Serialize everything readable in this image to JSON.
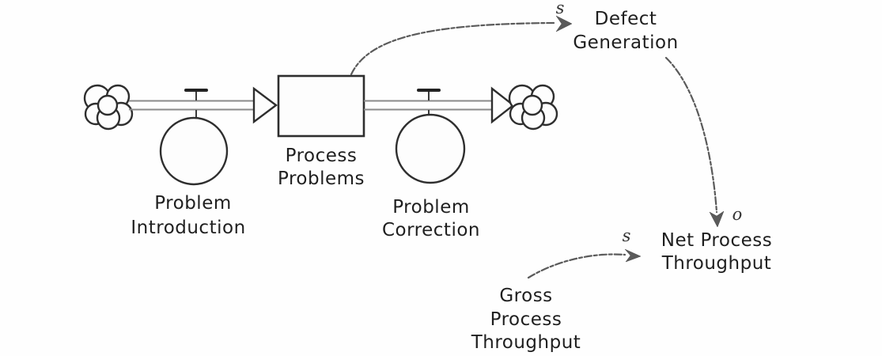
{
  "diagram": {
    "type": "stock-and-flow",
    "stock": {
      "label": [
        "Process",
        "Problems"
      ]
    },
    "inflow": {
      "label": [
        "Problem",
        "Introduction"
      ]
    },
    "outflow": {
      "label": [
        "Problem",
        "Correction"
      ]
    },
    "variables": {
      "defect_generation": {
        "line1": "Defect",
        "line2": "Generation"
      },
      "net_process_throughput": {
        "line1": "Net Process",
        "line2": "Throughput"
      },
      "gross_process_throughput": {
        "line1": "Gross",
        "line2": "Process",
        "line3": "Throughput"
      }
    },
    "links": {
      "stock_to_defect": {
        "polarity": "s"
      },
      "defect_to_net": {
        "polarity": "o"
      },
      "gross_to_net": {
        "polarity": "s"
      }
    },
    "colors": {
      "ink": "#2e2e2e",
      "link": "#5a5a5a",
      "pipe": "#8a8a8a",
      "background": "#fefefe"
    }
  }
}
